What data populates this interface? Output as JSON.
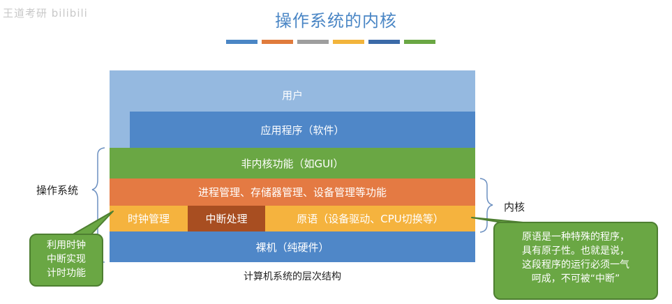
{
  "watermark": "王道考研 bilibili",
  "title": "操作系统的内核",
  "title_bar_colors": [
    "#4a86c5",
    "#e07b3c",
    "#9e9e9e",
    "#f2b43b",
    "#3b6aa8",
    "#6aa744"
  ],
  "layers": {
    "user": "用户",
    "app": "应用程序（软件）",
    "nonkernel": "非内核功能（如GUI）",
    "management": "进程管理、存储器管理、设备管理等功能",
    "clock": "时钟管理",
    "interrupt": "中断处理",
    "primitive": "原语（设备驱动、CPU切换等）",
    "bare": "裸机（纯硬件）"
  },
  "caption": "计算机系统的层次结构",
  "labels": {
    "os": "操作系统",
    "kernel": "内核"
  },
  "callouts": {
    "left": [
      "利用时钟",
      "中断实现",
      "计时功能"
    ],
    "right": [
      "原语是一种特殊的程序，",
      "具有原子性。也就是说，",
      "这段程序的运行必须一气",
      "呵成，不可被“中断”"
    ]
  }
}
